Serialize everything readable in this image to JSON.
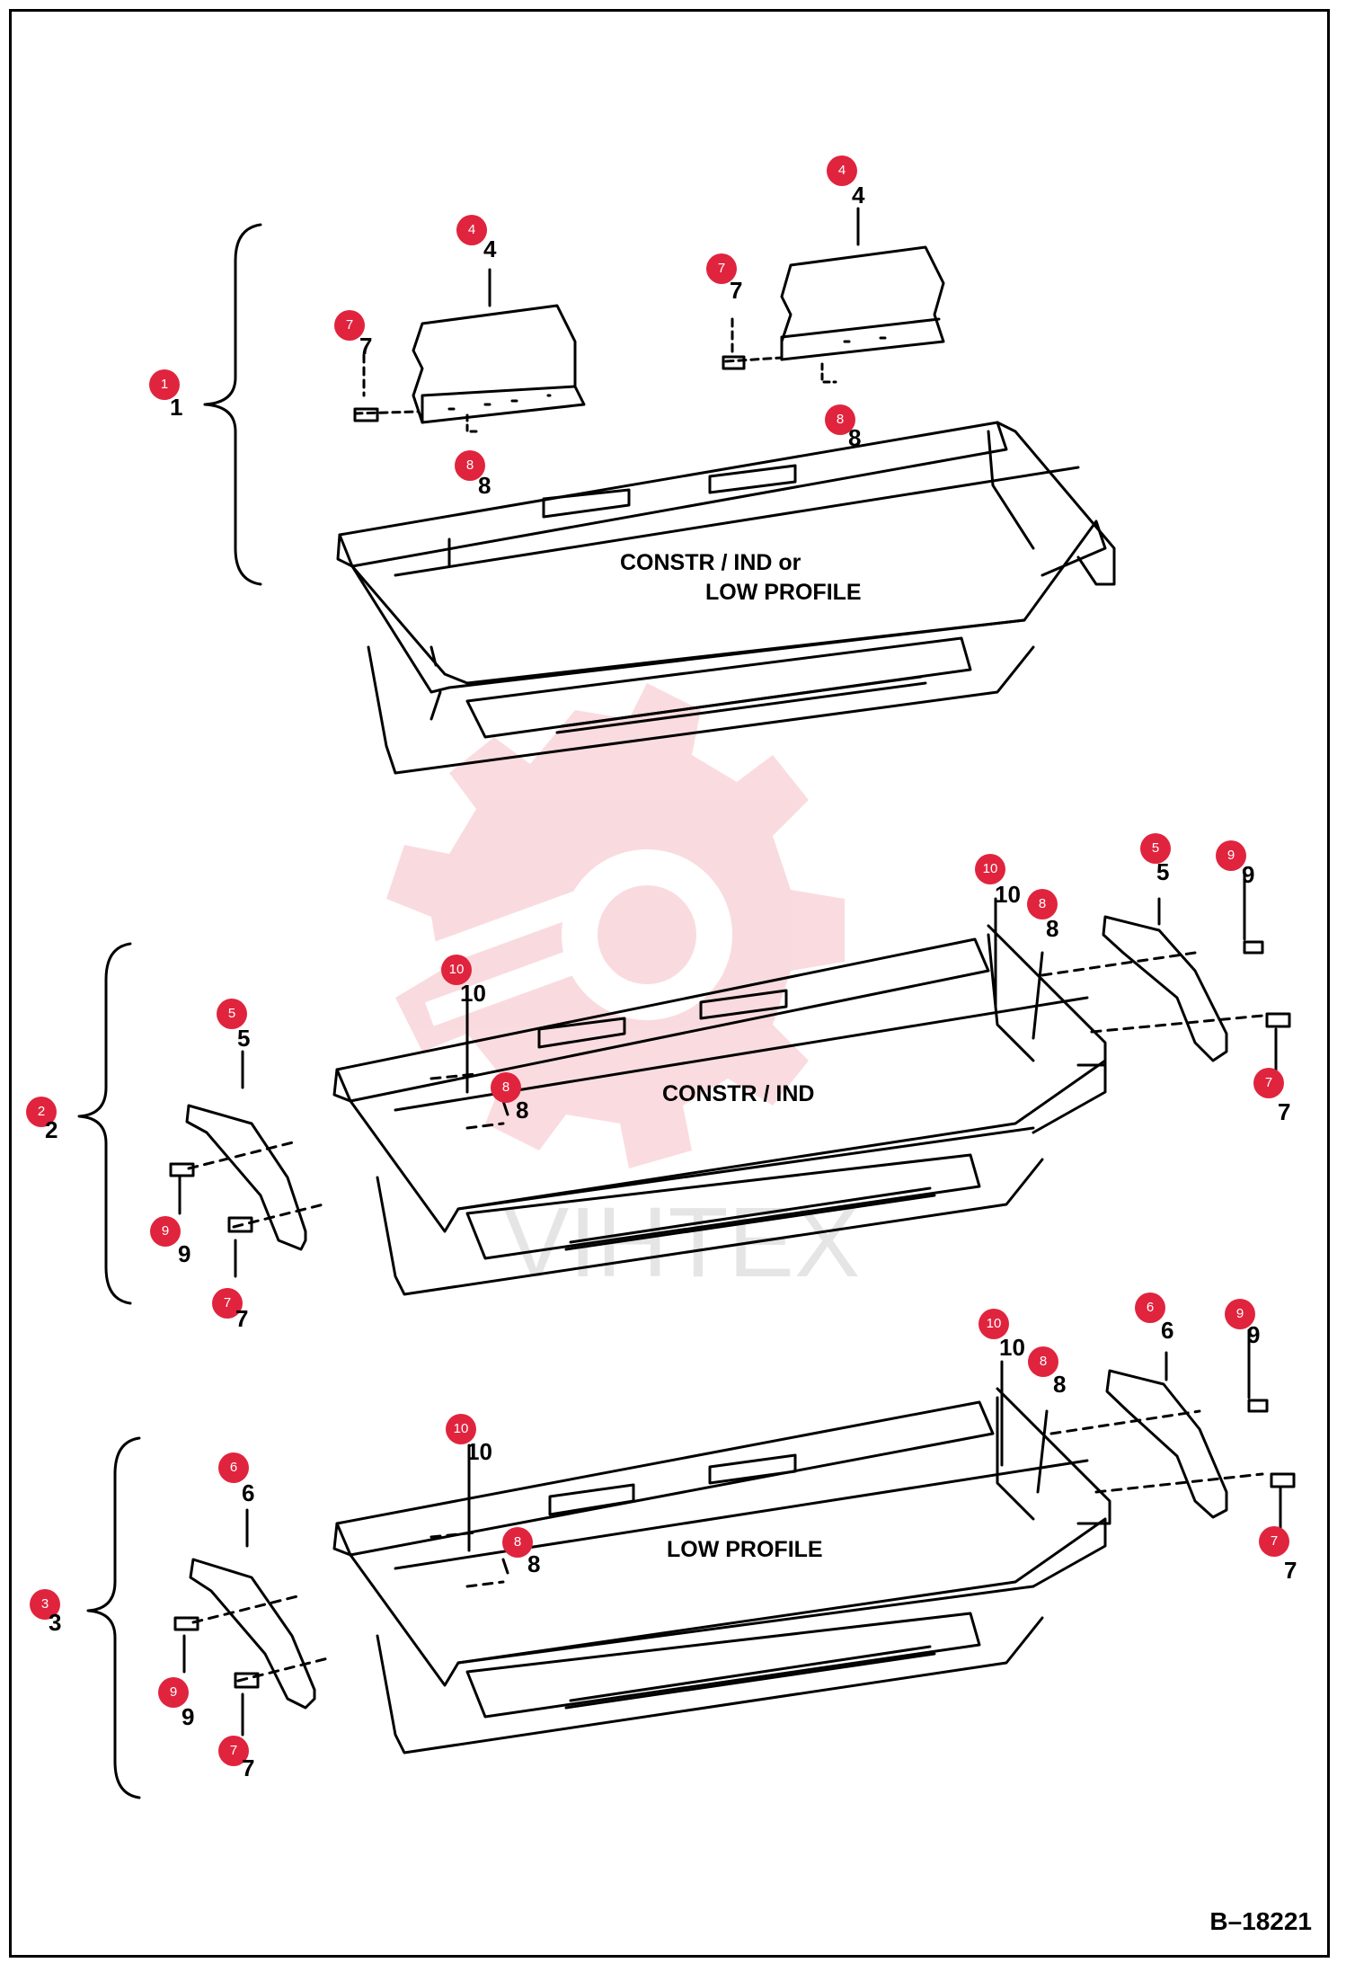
{
  "diagram": {
    "drawing_number": "B–18221",
    "captions": {
      "bucket1_line1": "CONSTR / IND or",
      "bucket1_line2": "LOW PROFILE",
      "bucket2": "CONSTR / IND",
      "bucket3": "LOW PROFILE"
    },
    "callouts": [
      {
        "id": "c1",
        "label": "1"
      },
      {
        "id": "c2",
        "label": "2"
      },
      {
        "id": "c3",
        "label": "3"
      },
      {
        "id": "c4a",
        "label": "4"
      },
      {
        "id": "c4b",
        "label": "4"
      },
      {
        "id": "c7a",
        "label": "7"
      },
      {
        "id": "c7b",
        "label": "7"
      },
      {
        "id": "c8a",
        "label": "8"
      },
      {
        "id": "c8b",
        "label": "8"
      },
      {
        "id": "c10a",
        "label": "10"
      },
      {
        "id": "c5a",
        "label": "5"
      },
      {
        "id": "c9a",
        "label": "9"
      },
      {
        "id": "c8c",
        "label": "8"
      },
      {
        "id": "c10b",
        "label": "10"
      },
      {
        "id": "c8d",
        "label": "8"
      },
      {
        "id": "c5b",
        "label": "5"
      },
      {
        "id": "c9b",
        "label": "9"
      },
      {
        "id": "c7c",
        "label": "7"
      },
      {
        "id": "c7d",
        "label": "7"
      },
      {
        "id": "c10c",
        "label": "10"
      },
      {
        "id": "c6a",
        "label": "6"
      },
      {
        "id": "c9c",
        "label": "9"
      },
      {
        "id": "c8e",
        "label": "8"
      },
      {
        "id": "c10d",
        "label": "10"
      },
      {
        "id": "c8f",
        "label": "8"
      },
      {
        "id": "c6b",
        "label": "6"
      },
      {
        "id": "c9d",
        "label": "9"
      },
      {
        "id": "c7e",
        "label": "7"
      },
      {
        "id": "c7f",
        "label": "7"
      }
    ],
    "watermark_text": "VIHTEX"
  }
}
